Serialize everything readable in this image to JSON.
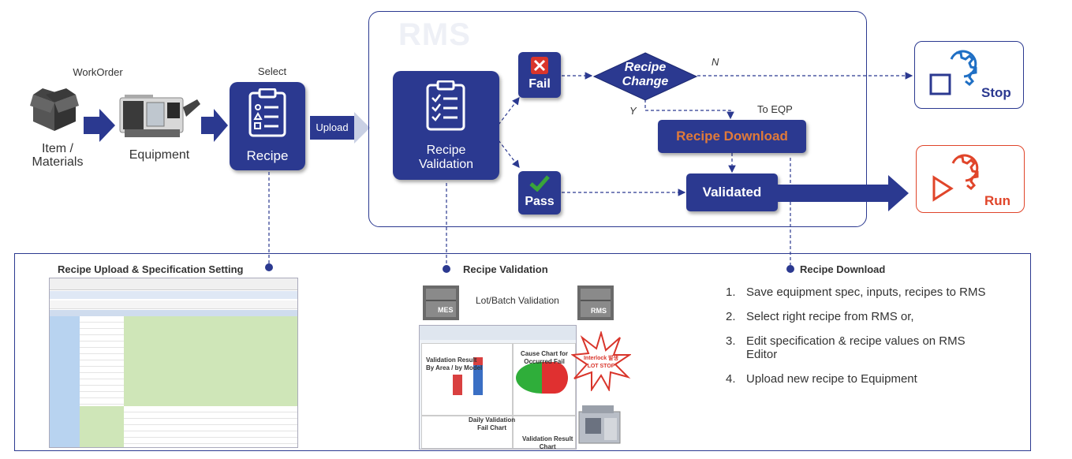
{
  "flow": {
    "workorder_label": "WorkOrder",
    "item_label": "Item /\nMaterials",
    "equipment_label": "Equipment",
    "select_label": "Select",
    "recipe_label": "Recipe",
    "upload_label": "Upload"
  },
  "rms": {
    "watermark": "RMS",
    "validation_label": "Recipe\nValidation",
    "fail_label": "Fail",
    "pass_label": "Pass",
    "decision_label": "Recipe\nChange",
    "n_label": "N",
    "y_label": "Y",
    "to_eqp_label": "To EQP",
    "download_label": "Recipe Download",
    "validated_label": "Validated"
  },
  "outcomes": {
    "stop_label": "Stop",
    "run_label": "Run"
  },
  "bottom": {
    "upload_title": "Recipe Upload & Specification Setting",
    "validation_title": "Recipe Validation",
    "download_title": "Recipe Download",
    "lot_batch_label": "Lot/Batch Validation",
    "mes_label": "MES",
    "rms_server_label": "RMS",
    "interlock_label": "Interlock 발생\nLOT STOP",
    "validation_result_label": "Validation Result\nBy Area / by Model",
    "cause_chart_label": "Cause Chart for\nOccurred Fail",
    "daily_chart_label": "Daily Validation\nFail Chart",
    "result_chart_label": "Validation Result\nChart",
    "steps": [
      {
        "num": "1.",
        "text": "Save equipment spec, inputs, recipes to RMS"
      },
      {
        "num": "2.",
        "text": "Select right recipe from RMS or,"
      },
      {
        "num": "3.",
        "text": "Edit specification & recipe values on RMS Editor"
      },
      {
        "num": "4.",
        "text": "Upload new recipe to Equipment"
      }
    ]
  },
  "colors": {
    "primary_blue": "#2b3990",
    "download_text": "#e07a3a",
    "stop_accent": "#1f6fc4",
    "run_accent": "#e0452a",
    "fail_red": "#d9352b",
    "pass_green": "#3aa53a"
  }
}
